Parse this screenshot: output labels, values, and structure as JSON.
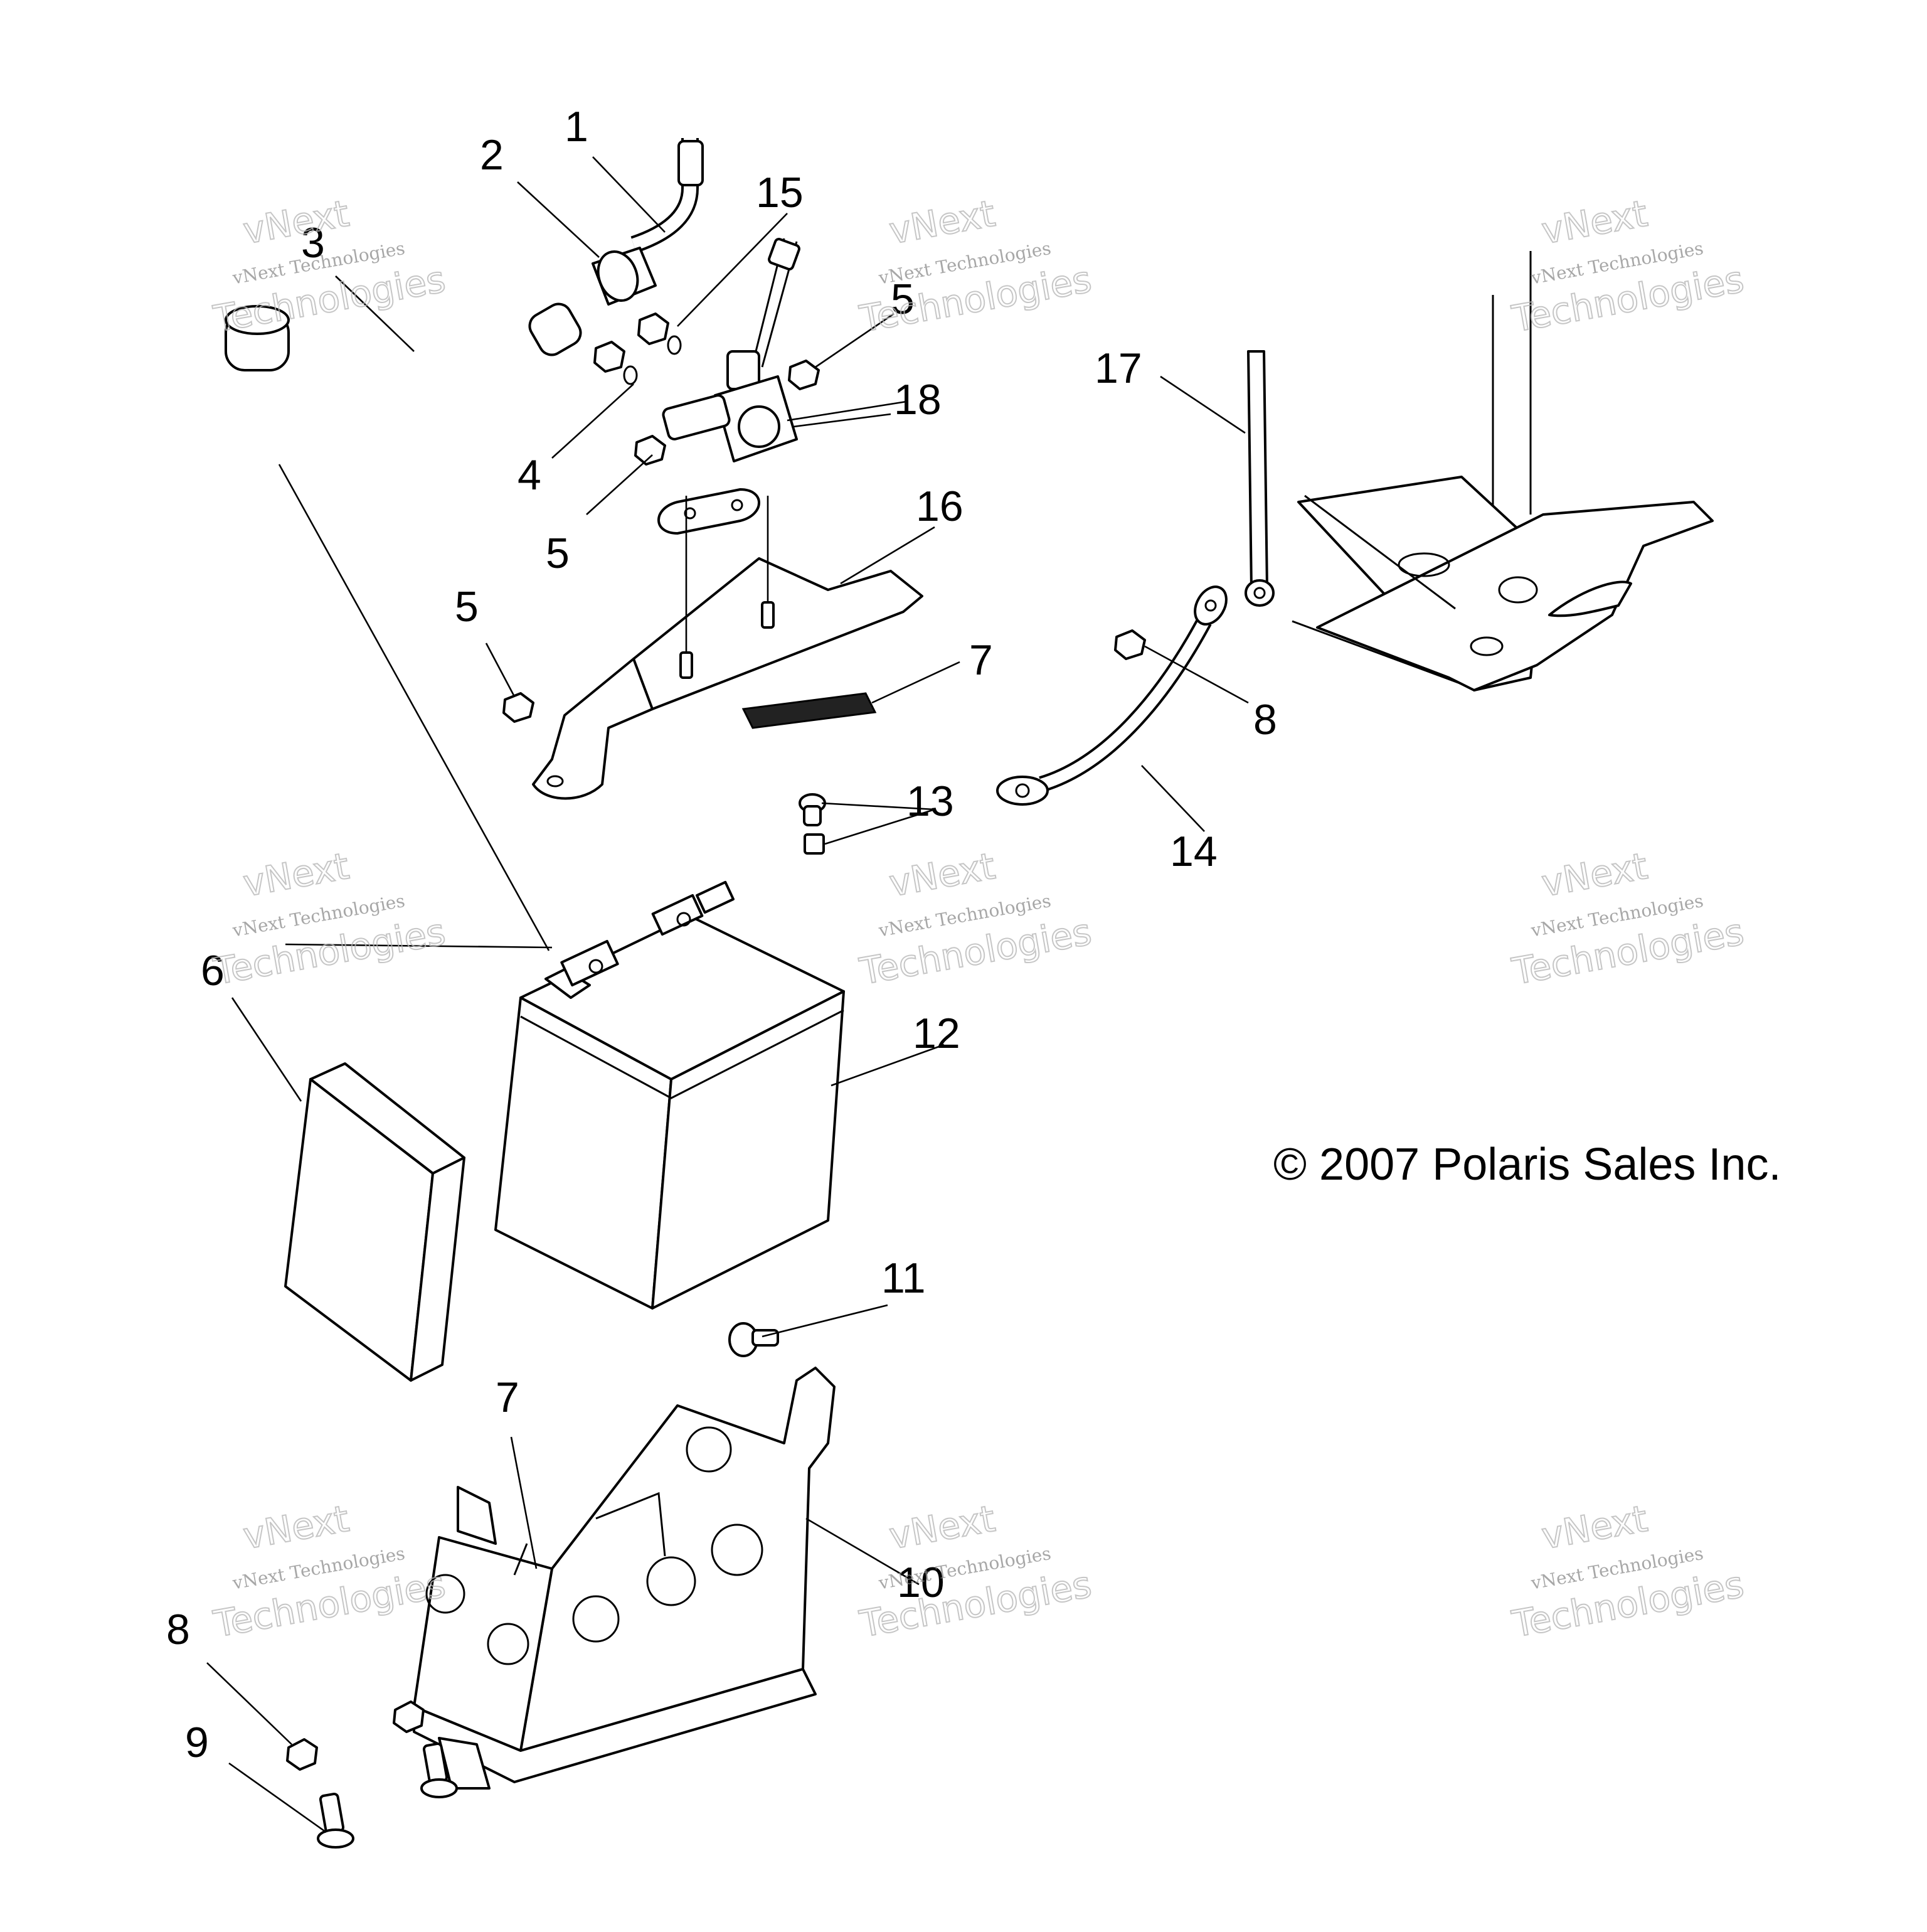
{
  "labels": {
    "p1": "1",
    "p2": "2",
    "p3": "3",
    "p4": "4",
    "p5a": "5",
    "p5b": "5",
    "p5c": "5",
    "p6": "6",
    "p7a": "7",
    "p7b": "7",
    "p8a": "8",
    "p8b": "8",
    "p9": "9",
    "p10": "10",
    "p11": "11",
    "p12": "12",
    "p13": "13",
    "p14": "14",
    "p15": "15",
    "p16": "16",
    "p17": "17",
    "p18": "18"
  },
  "copyright": "© 2007 Polaris Sales Inc.",
  "watermark": {
    "small": "vNext Technologies",
    "big": "Technologies",
    "top": "vNext"
  },
  "colors": {
    "line": "#000000",
    "background": "#ffffff",
    "watermark": "#b8b8b8"
  }
}
